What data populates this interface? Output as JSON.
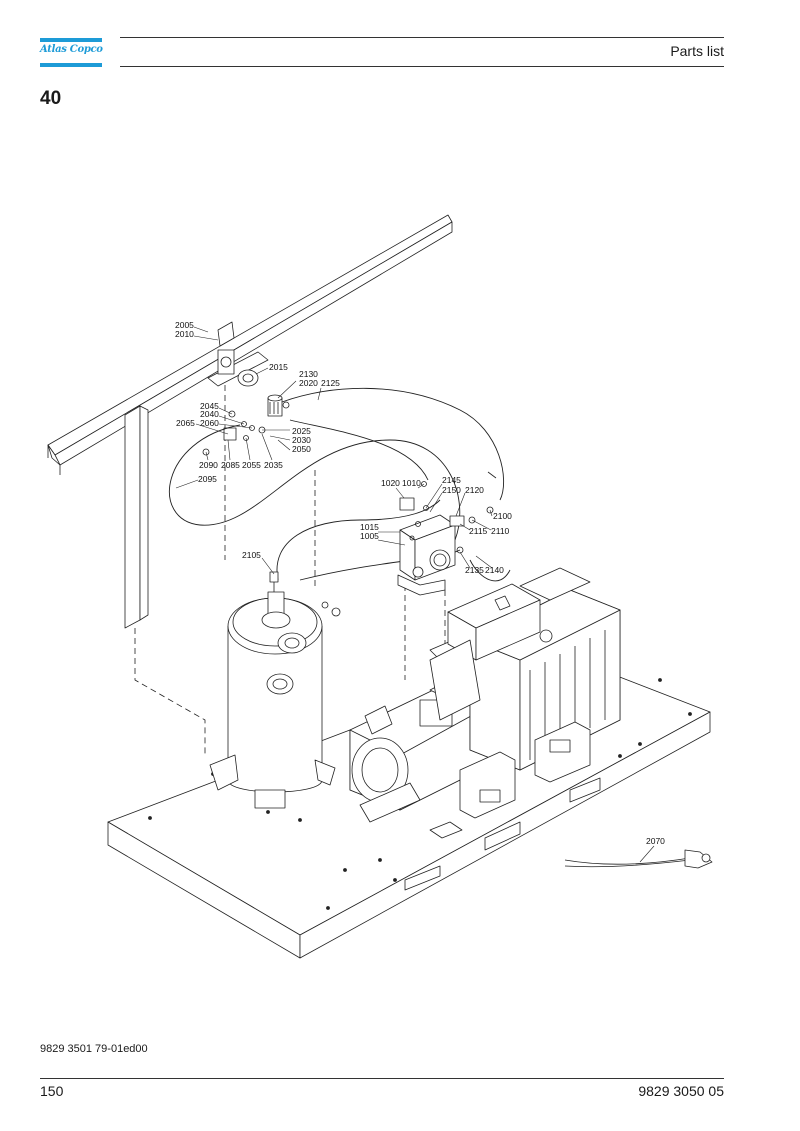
{
  "header": {
    "logo_text": "Atlas Copco",
    "section_title": "Parts list",
    "figure_number": "40"
  },
  "brand": {
    "logo_blue": "#1d9bd7"
  },
  "callouts": [
    "2005",
    "2010",
    "2015",
    "2130",
    "2020",
    "2125",
    "2045",
    "2040",
    "2060",
    "2065",
    "2025",
    "2030",
    "2050",
    "2090",
    "2085",
    "2055",
    "2035",
    "2095",
    "1020",
    "1010",
    "2145",
    "2150",
    "2120",
    "2100",
    "2115",
    "2110",
    "1015",
    "1005",
    "2105",
    "2135",
    "2140",
    "2070"
  ],
  "footer": {
    "document_reference": "9829 3501 79-01ed00",
    "page_number": "150",
    "document_number": "9829 3050 05"
  }
}
